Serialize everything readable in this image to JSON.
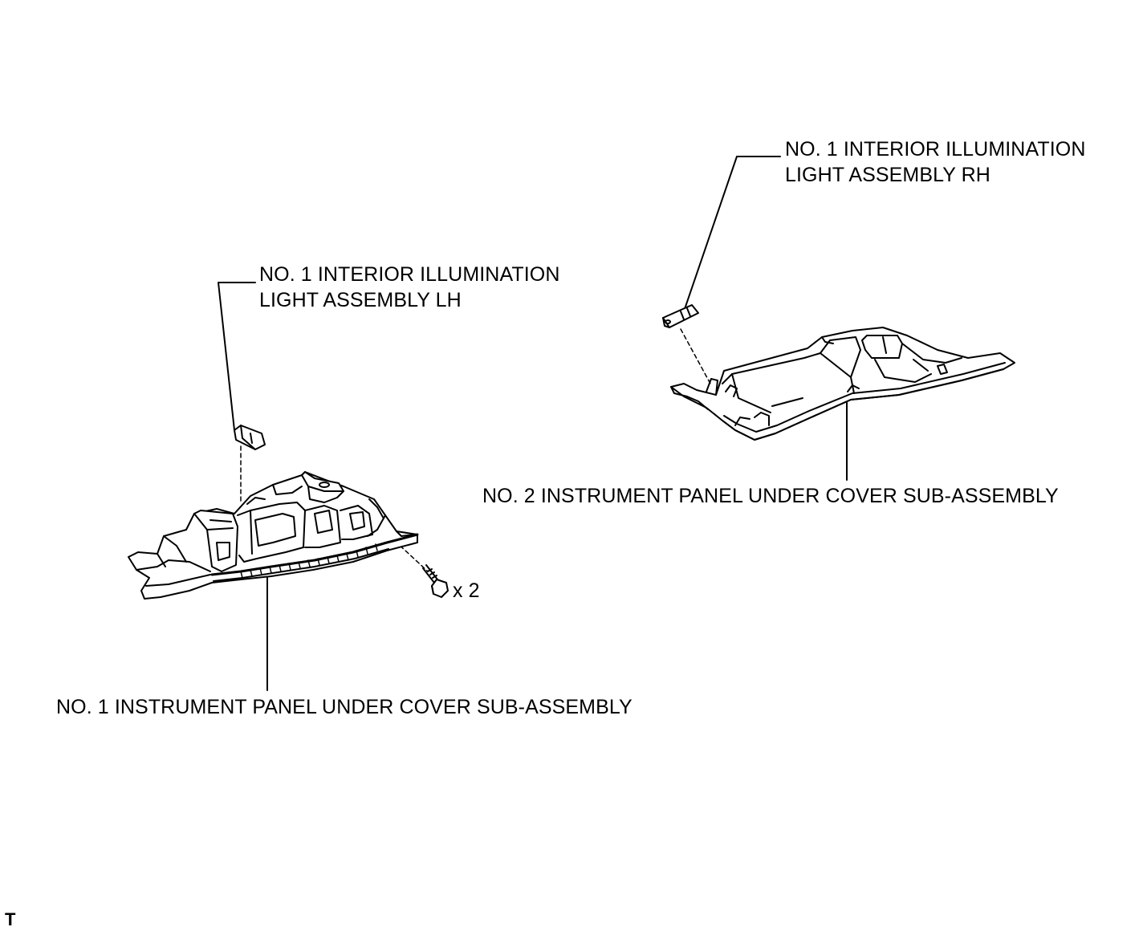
{
  "labels": {
    "light_rh_line1": "NO. 1 INTERIOR ILLUMINATION",
    "light_rh_line2": "LIGHT ASSEMBLY RH",
    "light_lh_line1": "NO. 1 INTERIOR ILLUMINATION",
    "light_lh_line2": "LIGHT ASSEMBLY LH",
    "no2_cover": "NO. 2 INSTRUMENT PANEL UNDER COVER SUB-ASSEMBLY",
    "no1_cover": "NO. 1 INSTRUMENT PANEL UNDER COVER SUB-ASSEMBLY",
    "bolt_quantity": "x 2"
  },
  "corner_mark": "T",
  "line_color": "#000000",
  "background": "#ffffff",
  "icons": {
    "light_lh": "interior-light-lh-icon",
    "light_rh": "interior-light-rh-icon",
    "cover_no1": "under-cover-no1-icon",
    "cover_no2": "under-cover-no2-icon",
    "bolt": "bolt-icon"
  }
}
